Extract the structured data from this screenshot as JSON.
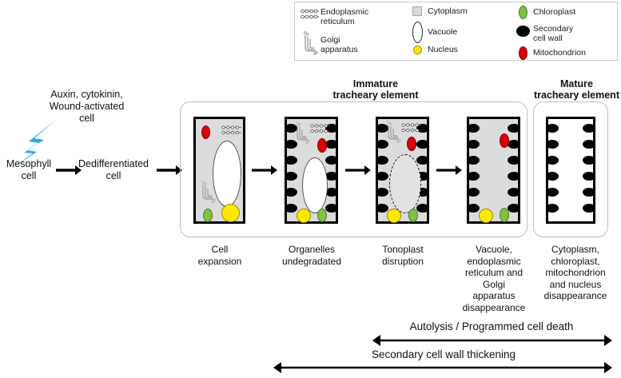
{
  "legend": {
    "items": [
      {
        "icon": "endoplasmic-reticulum-icon",
        "label": "Endoplasmic\nreticulum"
      },
      {
        "icon": "golgi-apparatus-icon",
        "label": "Golgi\napparatus"
      },
      {
        "icon": "cytoplasm-icon",
        "label": "Cytoplasm"
      },
      {
        "icon": "vacuole-icon",
        "label": "Vacuole"
      },
      {
        "icon": "nucleus-icon",
        "label": "Nucleus"
      },
      {
        "icon": "chloroplast-icon",
        "label": "Chloroplast"
      },
      {
        "icon": "secondary-cell-wall-icon",
        "label": "Secondary\ncell wall"
      },
      {
        "icon": "mitochondrion-icon",
        "label": "Mitochondrion"
      }
    ]
  },
  "flow": {
    "stimulus": "Auxin, cytokinin,\nWound-activated\ncell",
    "start_cell": "Mesophyll\ncell",
    "second_cell": "Dedifferentiated\ncell"
  },
  "groups": {
    "immature_title": "Immature\ntracheary element",
    "mature_title": "Mature\ntracheary element"
  },
  "stages": [
    {
      "caption": "Cell\nexpansion"
    },
    {
      "caption": "Organelles\nundegradated"
    },
    {
      "caption": "Tonoplast\ndisruption"
    },
    {
      "caption": "Vacuole,\nendoplasmic\nreticulum and\nGolgi\napparatus\ndisappearance"
    },
    {
      "caption": "Cytoplasm,\nchloroplast,\nmitochondrion\nand nucleus\ndisappearance"
    }
  ],
  "span_arrows": [
    {
      "label": "Autolysis / Programmed cell death"
    },
    {
      "label": "Secondary cell wall thickening"
    }
  ],
  "colors": {
    "mitochondrion": "#d9000c",
    "chloroplast": "#7dc242",
    "nucleus": "#ffe800",
    "secondary_cell_wall": "#000000",
    "cytoplasm": "#dcdcdc",
    "vacuole": "#ffffff",
    "stimulus_bolt": "#29abe2",
    "group_frame": "#bfbfbf"
  }
}
